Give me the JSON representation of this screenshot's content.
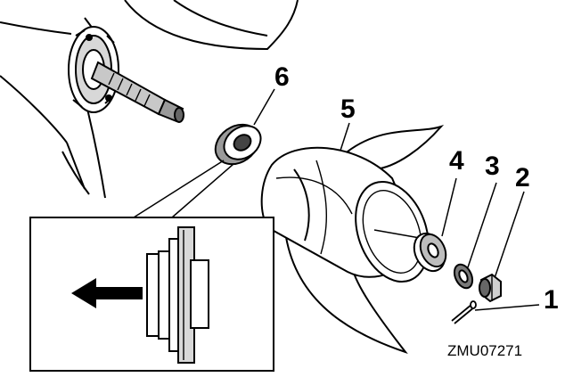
{
  "callouts": {
    "c1": "1",
    "c2": "2",
    "c3": "3",
    "c4": "4",
    "c5": "5",
    "c6": "6"
  },
  "reference_code": "ZMU07271",
  "parts": [
    {
      "number": "1",
      "icon": "cotter-pin-icon"
    },
    {
      "number": "2",
      "icon": "propeller-nut-icon"
    },
    {
      "number": "3",
      "icon": "washer-icon"
    },
    {
      "number": "4",
      "icon": "spacer-icon"
    },
    {
      "number": "5",
      "icon": "propeller-icon"
    },
    {
      "number": "6",
      "icon": "thrust-washer-icon"
    }
  ],
  "detail_view": {
    "direction_icon": "arrow-left-icon"
  }
}
